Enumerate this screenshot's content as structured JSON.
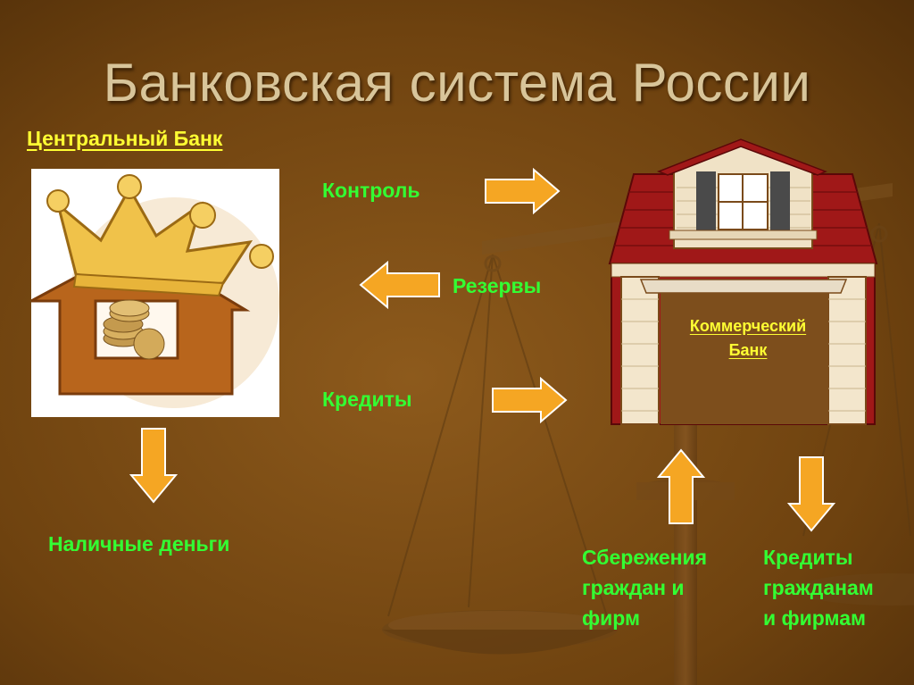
{
  "slide": {
    "title": "Банковская система России",
    "central_bank_label": "Центральный Банк",
    "commercial_bank": {
      "line1": "Коммерческий",
      "line2": "Банк"
    },
    "flows": {
      "control": "Контроль",
      "reserves": "Резервы",
      "credits": "Кредиты",
      "cash": "Наличные деньги",
      "savings": [
        "Сбережения",
        "граждан и",
        "фирм"
      ],
      "credits_to": [
        "Кредиты",
        "гражданам",
        "и фирмам"
      ]
    }
  },
  "colors": {
    "background": "#7a4a12",
    "title": "#d8c59a",
    "label_green": "#33ff33",
    "label_yellow": "#ffff33",
    "arrow_fill": "#f5a623",
    "roof_red": "#a01818"
  },
  "icons": [
    "crown-house-icon",
    "commercial-bank-house-icon",
    "scales-icon"
  ]
}
